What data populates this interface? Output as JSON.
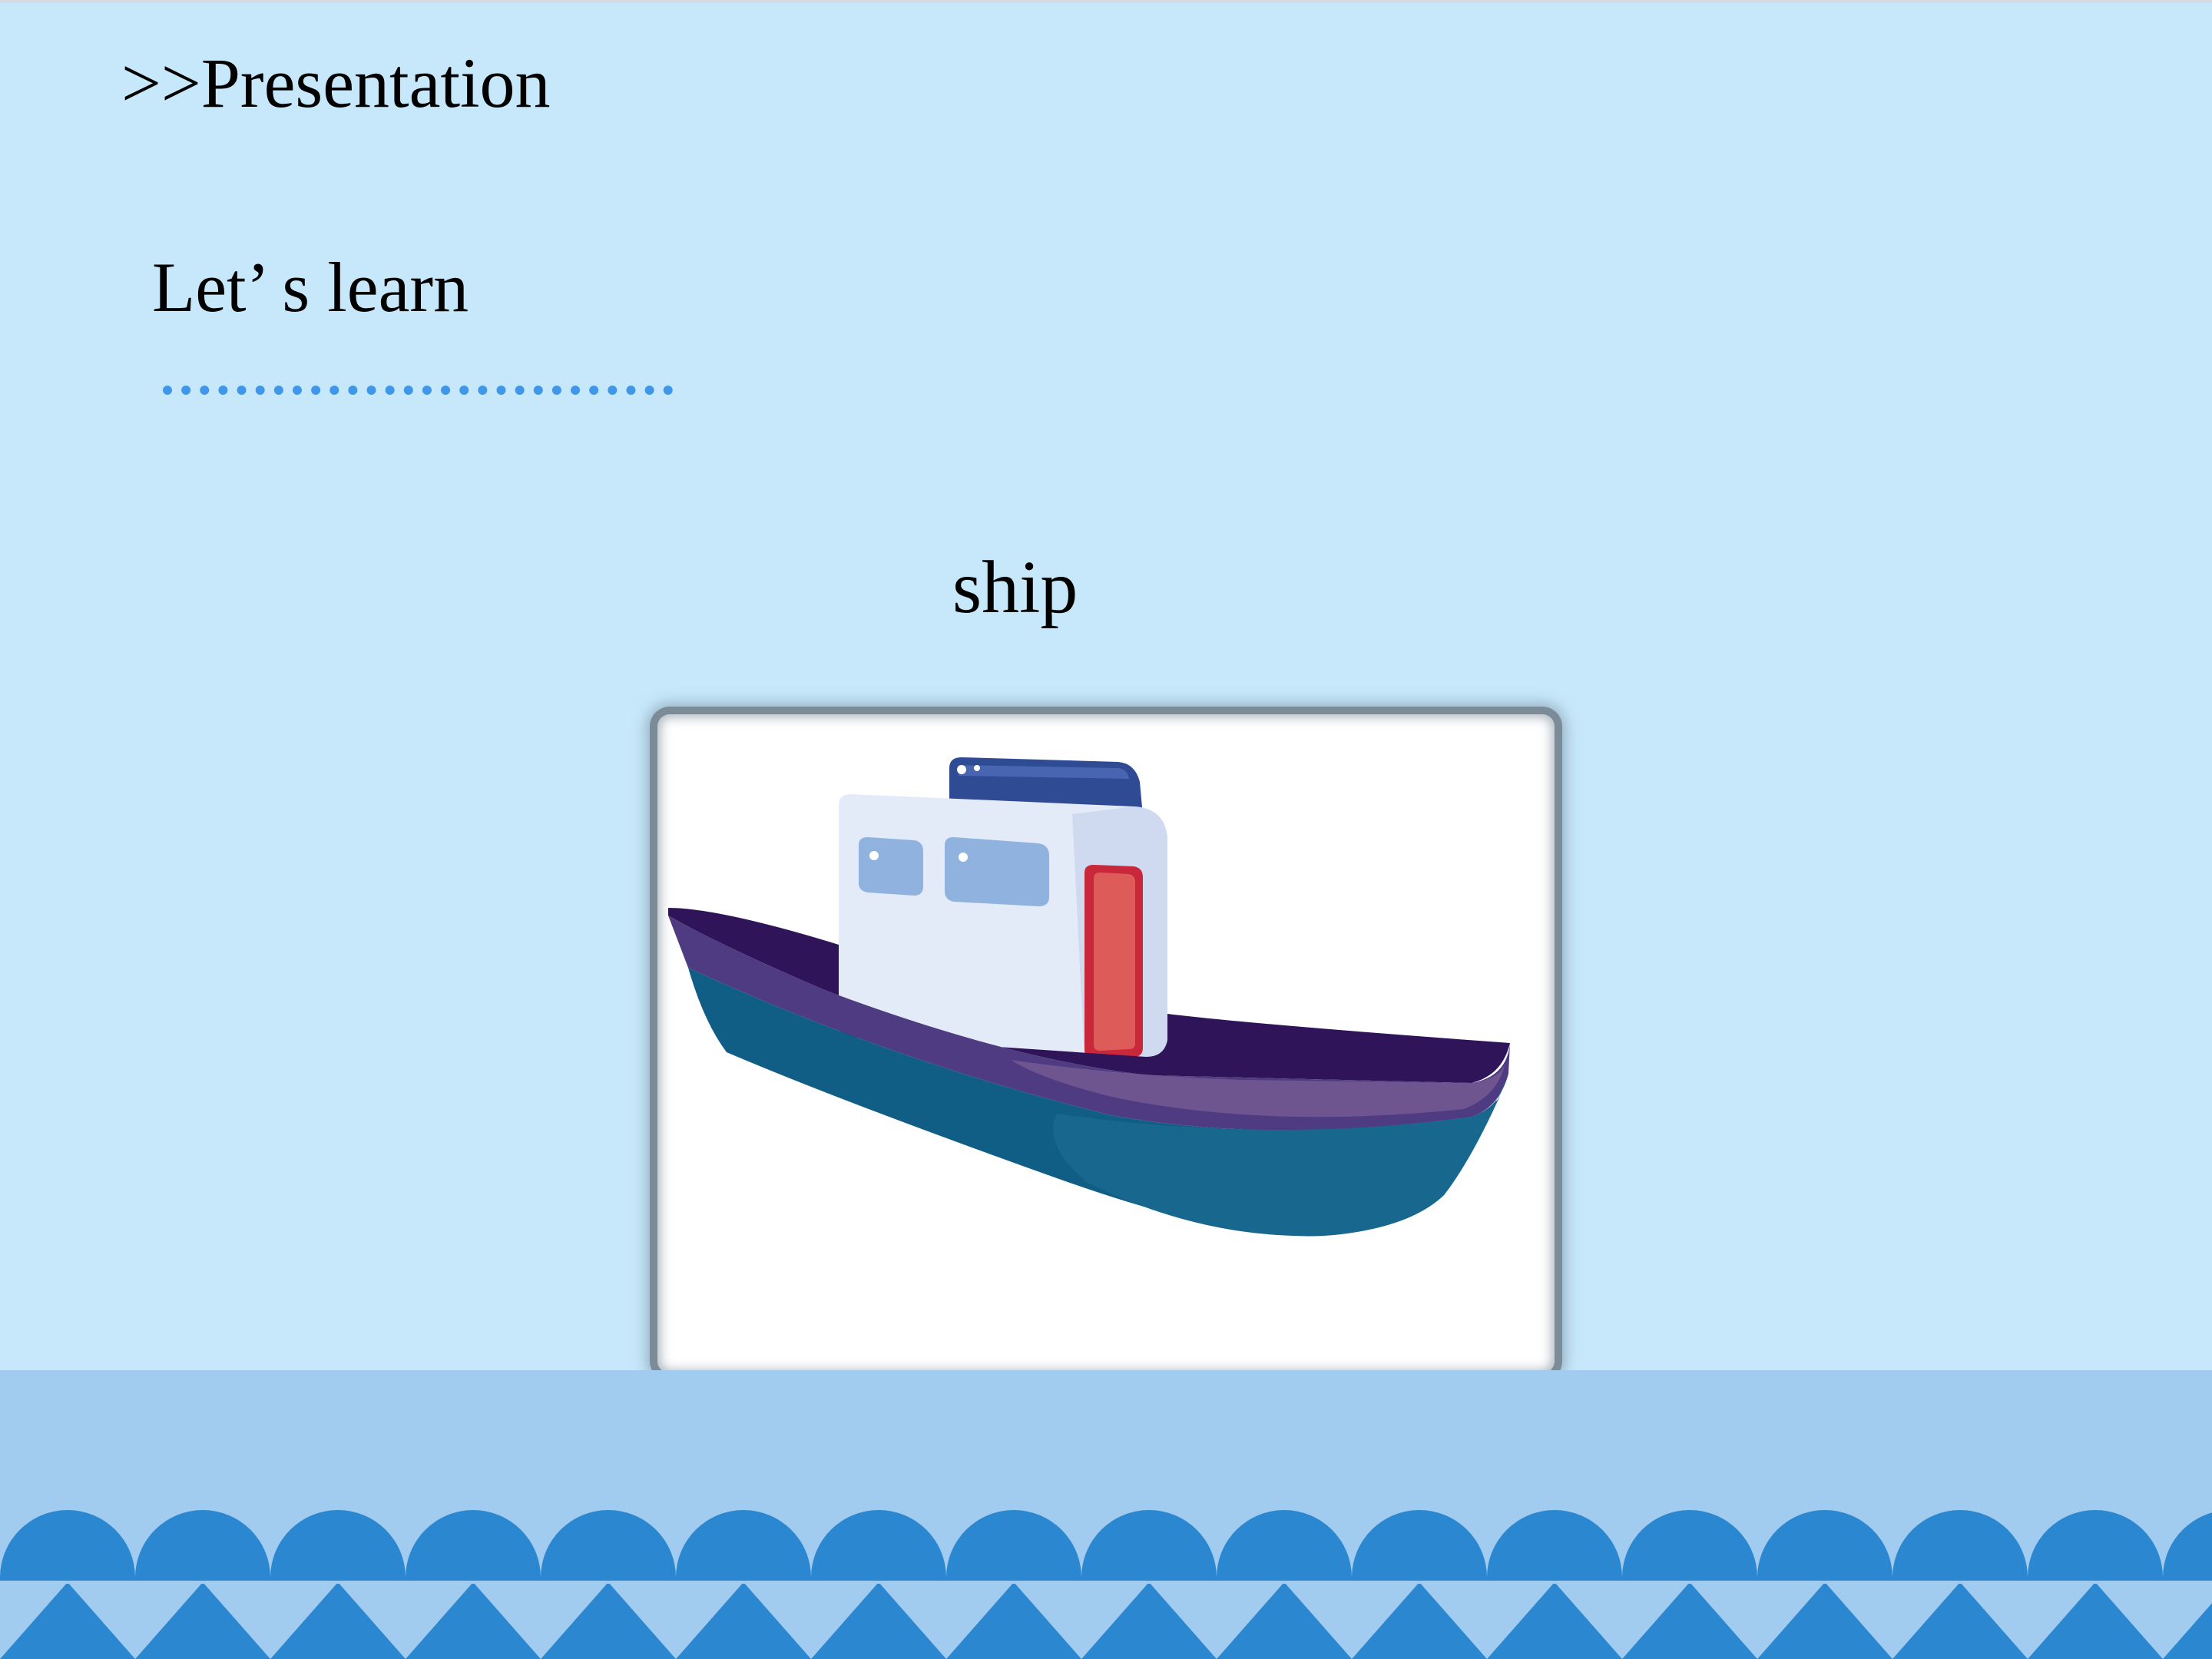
{
  "slide": {
    "section_title": ">>Presentation",
    "sub_title": "Let’ s learn",
    "word": "ship"
  },
  "icons": {
    "illustration": "ship-icon",
    "decoration": "waves-icon"
  },
  "colors": {
    "background": "#c7e8fb",
    "sea": "#a1ccf0",
    "wave": "#2b88d0",
    "dotted_rule": "#3f97ea",
    "hull_top": "#4e3b82",
    "hull_bottom": "#105d86",
    "cabin": "#e4ebf8",
    "door": "#dd5b59",
    "roof": "#2e4b94"
  }
}
